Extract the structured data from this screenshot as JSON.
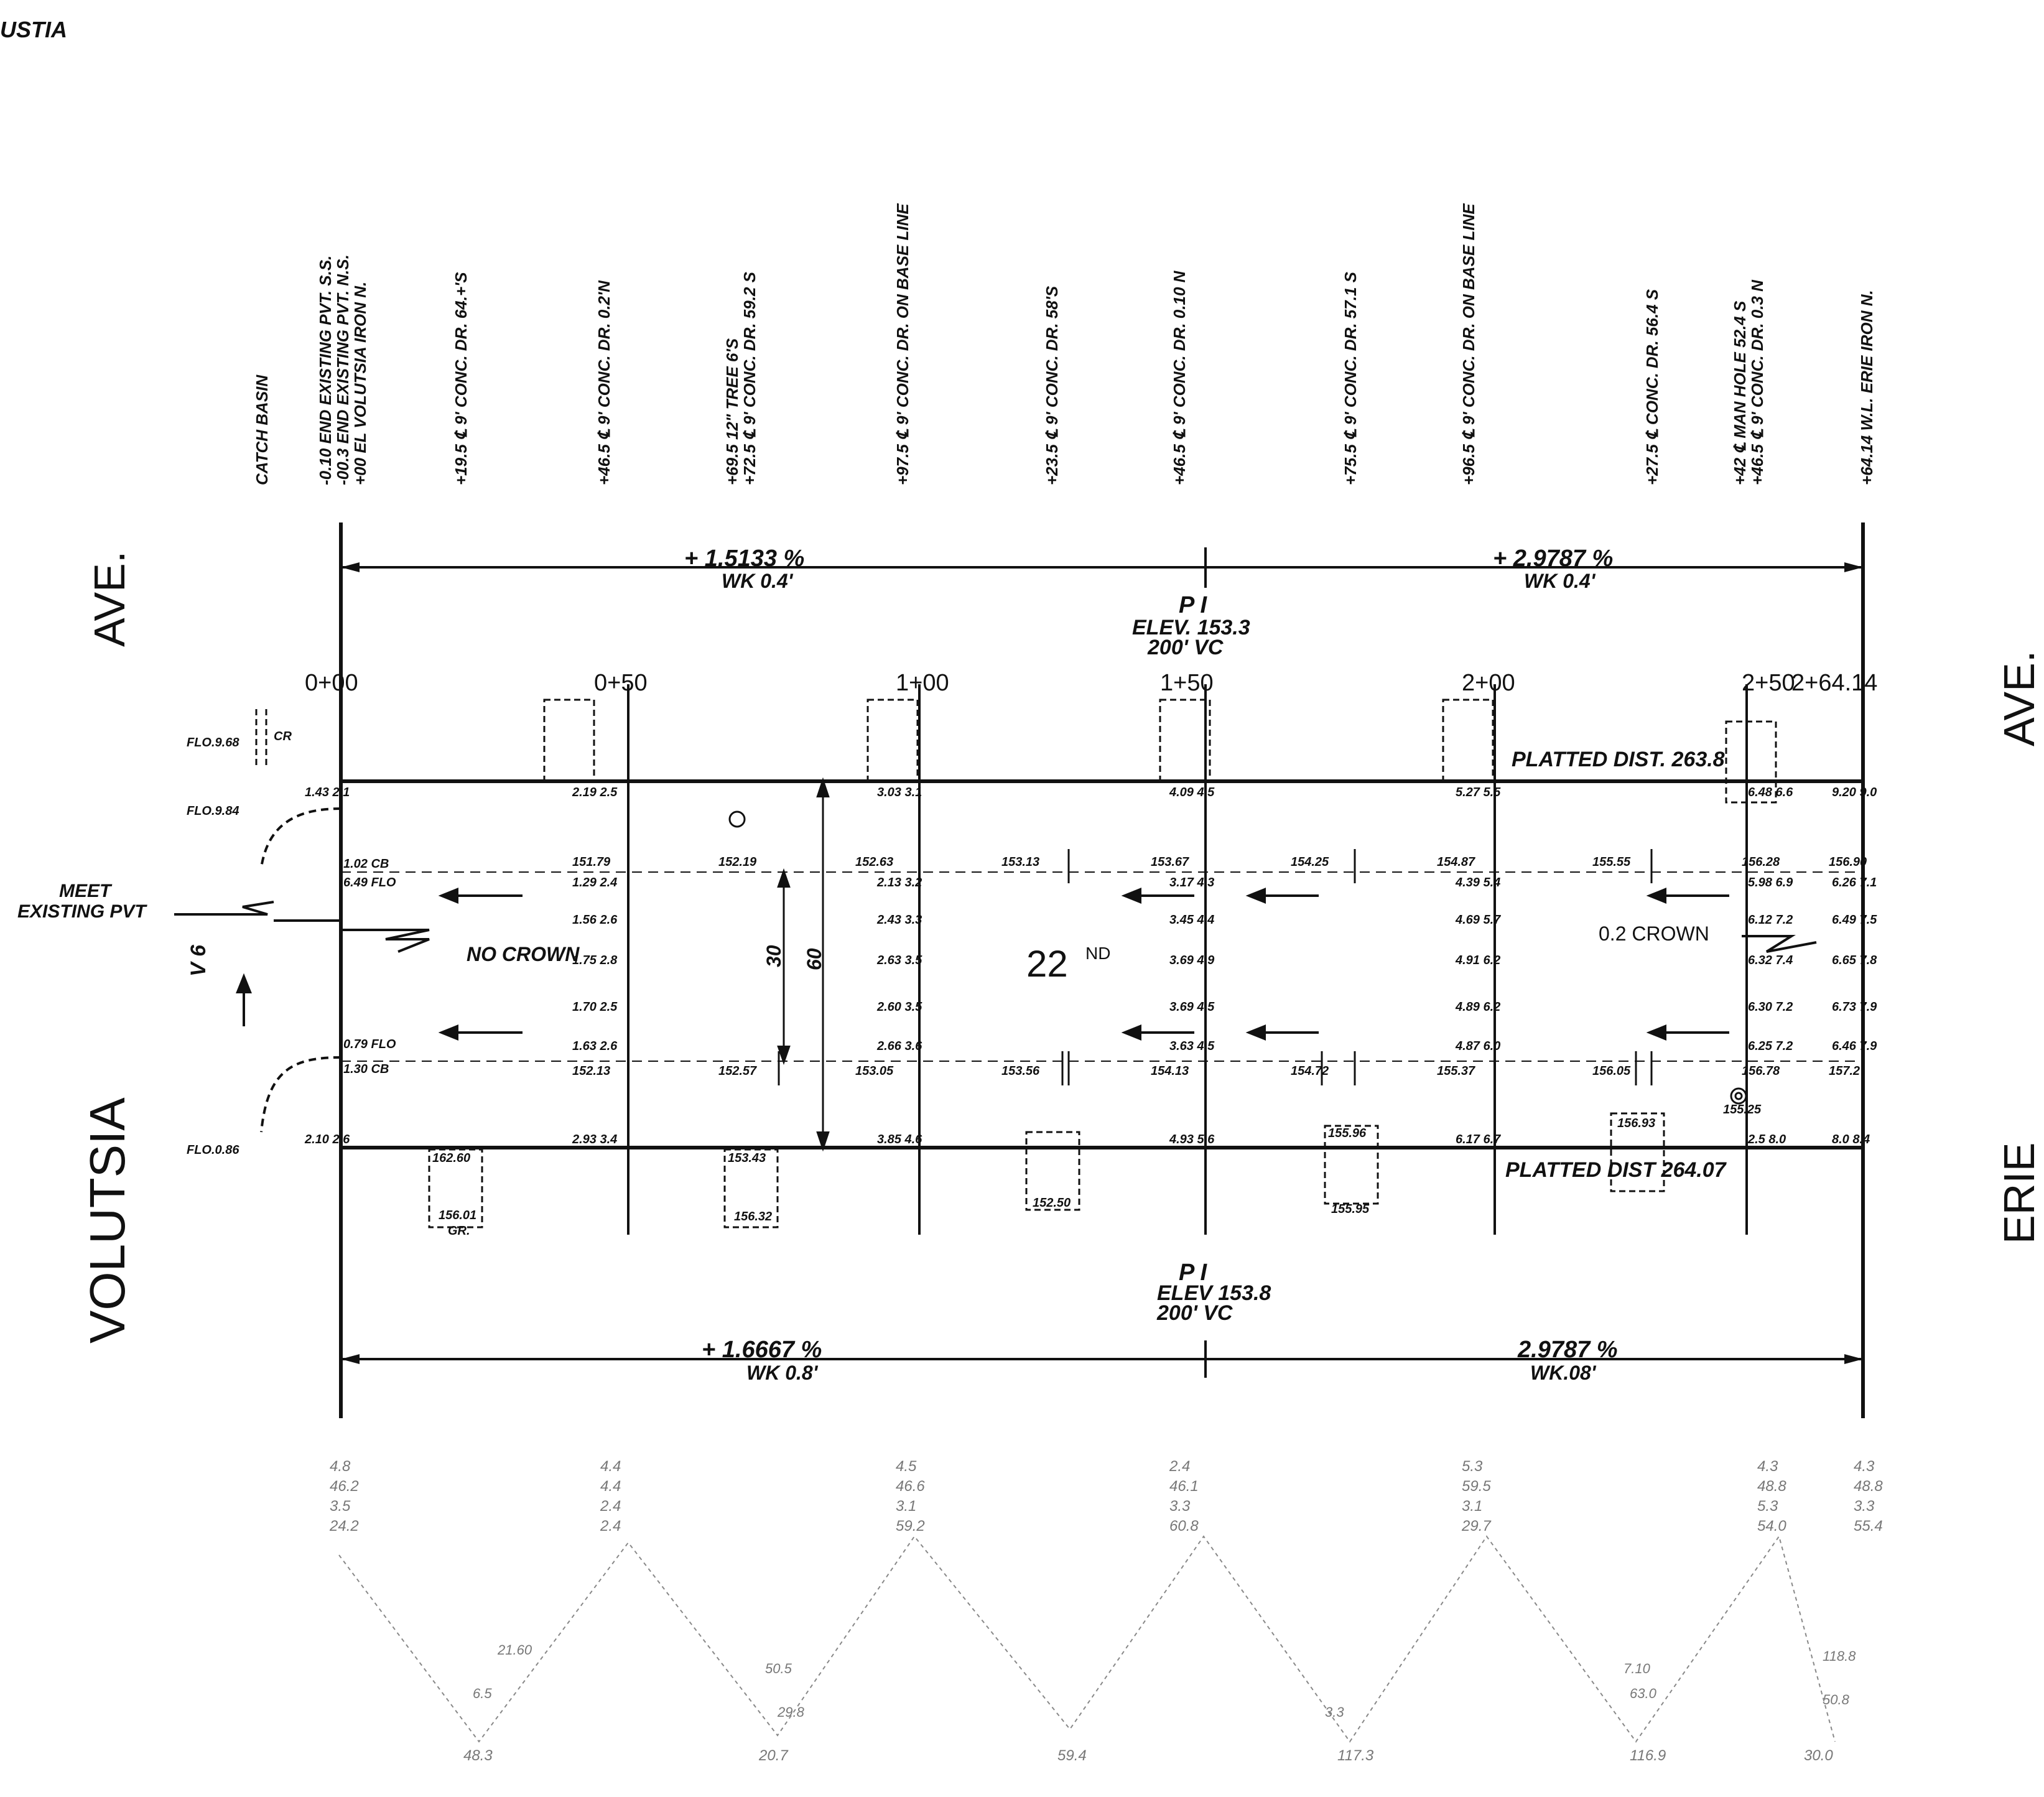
{
  "corner_label": "USTIA",
  "street_labels": {
    "left_top": "AVE.",
    "left_bottom": "VOLUTSIA",
    "right_top": "AVE.",
    "right_bottom": "ERIE",
    "center": "22",
    "center_sup": "ND"
  },
  "top_notes": [
    {
      "lines": [
        "CATCH BASIN"
      ]
    },
    {
      "lines": [
        "-0.10 END EXISTING PVT. S.S.",
        "-00.3 END EXISTING PVT. N.S.",
        "+00 EL VOLUTSIA IRON N."
      ]
    },
    {
      "lines": [
        "+19.5 ℄ 9' CONC. DR. 64.+'S"
      ]
    },
    {
      "lines": [
        "+46.5 ℄ 9' CONC. DR. 0.2'N"
      ]
    },
    {
      "lines": [
        "+69.5 12\" TREE 6'S",
        "+72.5 ℄ 9' CONC. DR. 59.2 S"
      ]
    },
    {
      "lines": [
        "+97.5 ℄ 9' CONC. DR. ON BASE LINE"
      ]
    },
    {
      "lines": [
        "+23.5 ℄ 9' CONC. DR. 58'S"
      ]
    },
    {
      "lines": [
        "+46.5 ℄ 9' CONC. DR. 0.10 N"
      ]
    },
    {
      "lines": [
        "+75.5 ℄ 9' CONC. DR. 57.1 S"
      ]
    },
    {
      "lines": [
        "+96.5 ℄ 9' CONC. DR. ON BASE LINE"
      ]
    },
    {
      "lines": [
        "+27.5 ℄ CONC. DR. 56.4 S"
      ]
    },
    {
      "lines": [
        "+42 ℄ MAN HOLE 52.4 S",
        "+46.5 ℄ 9' CONC. DR. 0.3 N"
      ]
    },
    {
      "lines": [
        "+64.14 W.L. ERIE IRON N."
      ]
    }
  ],
  "top_profile": {
    "left_grade": "+ 1.5133 %",
    "left_wk": "WK 0.4'",
    "right_grade": "+ 2.9787 %",
    "right_wk": "WK 0.4'",
    "pi": "P I",
    "elev": "ELEV. 153.3",
    "vc": "200' VC"
  },
  "bottom_profile": {
    "left_grade": "+ 1.6667 %",
    "left_wk": "WK 0.8'",
    "right_grade": "2.9787 %",
    "right_wk": "WK.08'",
    "pi": "P I",
    "elev": "ELEV 153.8",
    "vc": "200' VC"
  },
  "stations": [
    "0+00",
    "0+50",
    "1+00",
    "1+50",
    "2+00",
    "2+50",
    "2+64.14"
  ],
  "platted": {
    "top": "PLATTED DIST. 263.8",
    "bottom": "PLATTED DIST 264.07"
  },
  "annotations": {
    "meet": "MEET",
    "existing": "EXISTING PVT",
    "no_crown": "NO CROWN",
    "crown": "0.2 CROWN",
    "dim30": "30",
    "dim60": "60",
    "left_cb": "1.02 CB",
    "left_flo": "6.49 FLO",
    "left_flo2": "0.79 FLO",
    "left_cb2": "1.30 CB",
    "fl_a": "FLO.9.68",
    "fl_b": "FLO.9.84",
    "fl_c": "FLO.0.86",
    "cr": "CR",
    "v6": "V 6"
  },
  "centerline_elevs": [
    "151.79",
    "152.19",
    "152.63",
    "153.13",
    "153.67",
    "154.25",
    "154.87",
    "155.55",
    "156.28",
    "156.90"
  ],
  "south_elevs": [
    "152.13",
    "152.57",
    "153.05",
    "153.56",
    "154.13",
    "154.72",
    "155.37",
    "156.05",
    "156.78",
    "157.2"
  ],
  "station_columns": [
    {
      "vals": [
        "1.29 2.4",
        "1.56 2.6",
        "1.75 2.8",
        "1.70 2.5",
        "1.63 2.6"
      ]
    },
    {
      "vals": [
        "2.13 3.2",
        "2.43 3.3",
        "2.63 3.5",
        "2.60 3.5",
        "2.66 3.6"
      ]
    },
    {
      "vals": [
        "3.17 4.3",
        "3.45 4.4",
        "3.69 4.9",
        "3.69 4.5",
        "3.63 4.5"
      ]
    },
    {
      "vals": [
        "4.39 5.4",
        "4.69 5.7",
        "4.91 6.2",
        "4.89 6.2",
        "4.87 6.0"
      ]
    },
    {
      "vals": [
        "5.98 6.9",
        "6.12 7.2",
        "6.32 7.4",
        "6.30 7.2",
        "6.25 7.2"
      ]
    },
    {
      "vals": [
        "6.26 7.1",
        "6.49 7.5",
        "6.65 7.8",
        "6.73 7.9",
        "6.46 7.9"
      ]
    }
  ],
  "north_line_vals": [
    "1.43 2.1",
    "2.19 2.5",
    "3.03 3.1",
    "4.09 4.5",
    "5.27 5.5",
    "6.48 6.6",
    "9.20 9.0"
  ],
  "south_line_vals": [
    "2.10 2.6",
    "2.93 3.4",
    "3.85 4.6",
    "4.93 5.6",
    "6.17 6.7",
    "2.5 8.0",
    "8.0 8.4"
  ],
  "driveway_labels": [
    "162.60",
    "153.43",
    "156.01",
    "156.32",
    "152.50",
    "155.95",
    "155.96",
    "156.93",
    "155.25",
    "GR."
  ],
  "pencil_columns": [
    {
      "lines": [
        "4.8",
        "46.2",
        "3.5",
        "24.2"
      ]
    },
    {
      "lines": [
        "4.4",
        "4.4",
        "2.4",
        "2.4"
      ]
    },
    {
      "lines": [
        "4.5",
        "46.6",
        "3.1",
        "59.2"
      ]
    },
    {
      "lines": [
        "2.4",
        "46.1",
        "3.3",
        "60.8"
      ]
    },
    {
      "lines": [
        "5.3",
        "59.5",
        "3.1",
        "29.7"
      ]
    },
    {
      "lines": [
        "4.3",
        "48.8",
        "5.3",
        "54.0"
      ]
    },
    {
      "lines": [
        "4.3",
        "48.8",
        "3.3",
        "55.4"
      ]
    }
  ],
  "pencil_bottom": [
    "48.3",
    "20.7",
    "59.4",
    "117.3",
    "116.9",
    "30.0"
  ],
  "pencil_mid": [
    "21.60",
    "6.5",
    "50.5",
    "29.8",
    "3.3",
    "7.10",
    "63.0",
    "118.8",
    "50.8"
  ]
}
